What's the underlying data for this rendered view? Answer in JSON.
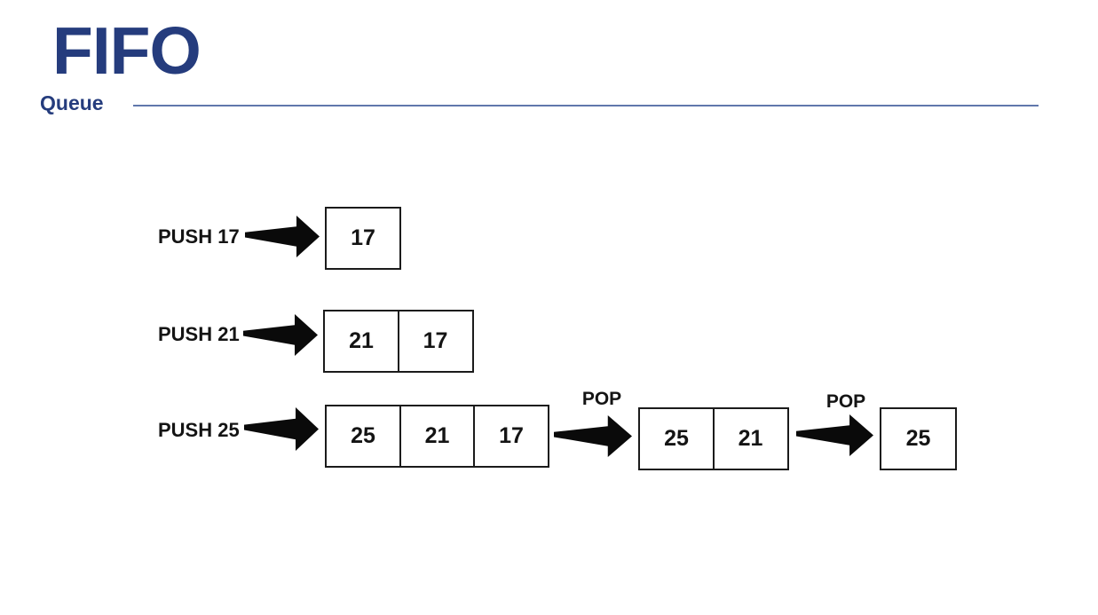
{
  "header": {
    "title": "FIFO",
    "subtitle": "Queue"
  },
  "colors": {
    "accent_blue": "#253c7d",
    "divider_blue": "#6077ac",
    "ink": "#141414",
    "box_border": "#1b1b1b",
    "paper": "#ffffff",
    "arrow": "#0a0a0a"
  },
  "icons": {
    "push_arrow": "arrow-right-icon",
    "pop_arrow": "arrow-right-icon"
  },
  "diagram": {
    "steps": [
      {
        "op": "PUSH 17",
        "queue": [
          "17"
        ]
      },
      {
        "op": "PUSH 21",
        "queue": [
          "21",
          "17"
        ]
      },
      {
        "op": "PUSH 25",
        "queue": [
          "25",
          "21",
          "17"
        ]
      }
    ],
    "pops": [
      {
        "op": "POP",
        "queue": [
          "25",
          "21"
        ]
      },
      {
        "op": "POP",
        "queue": [
          "25"
        ]
      }
    ]
  }
}
